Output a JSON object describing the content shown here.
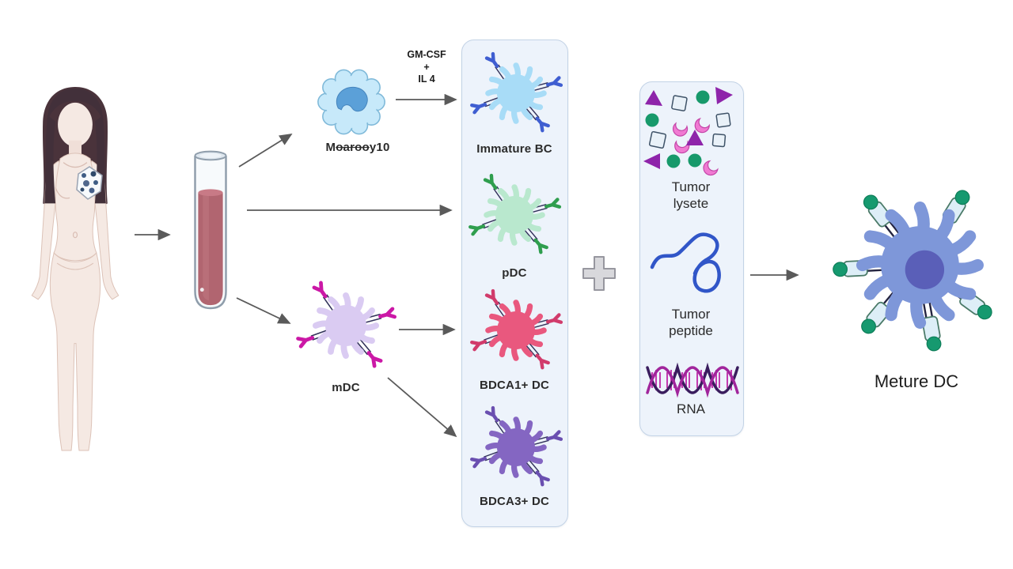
{
  "labels": {
    "monocyte_prefix": "M",
    "monocyte_struck": "oaroo",
    "monocyte_suffix": "y10",
    "cytokine_line1": "GM-CSF",
    "cytokine_plus": "+",
    "cytokine_line2": "IL 4",
    "immature_dc": "Immature BC",
    "pdc": "pDC",
    "bdca1_dc": "BDCA1+ DC",
    "bdca3_dc": "BDCA3+ DC",
    "mdc": "mDC",
    "tumor_lysate_line1": "Tumor",
    "tumor_lysate_line2": "lysete",
    "tumor_peptide_line1": "Tumor",
    "tumor_peptide_line2": "peptide",
    "rna": "RNA",
    "mature_dc": "Meture DC"
  },
  "colors": {
    "immature_dc_body": "#a8dcf7",
    "immature_dc_receptor": "#3f5ed1",
    "pdc_body": "#b9e8ce",
    "pdc_receptor": "#2f9e4e",
    "bdca1_body": "#e9587e",
    "bdca1_receptor": "#d13b6b",
    "bdca3_body": "#8466c2",
    "bdca3_receptor": "#6a4fb0",
    "mdc_body": "#dacbf2",
    "mdc_receptor": "#cb18a6",
    "mature_dc_body": "#7e97d9",
    "mature_dc_nucleus": "#5a5fb8",
    "mature_dc_tip": "#16996f",
    "blood": "#a23945",
    "panel_fill": "#edf3fb",
    "panel_border": "#c3d3e6",
    "tumor_triangle": "#8e24aa",
    "tumor_circle": "#17996b",
    "tumor_crescent": "#f07ad2",
    "peptide_line": "#3156c8",
    "dna_strand_dark": "#3a1d5e",
    "dna_strand_magenta": "#a1259c",
    "arrow": "#5a5a5a",
    "skin": "#f5e9e3",
    "hair": "#4a333b"
  }
}
